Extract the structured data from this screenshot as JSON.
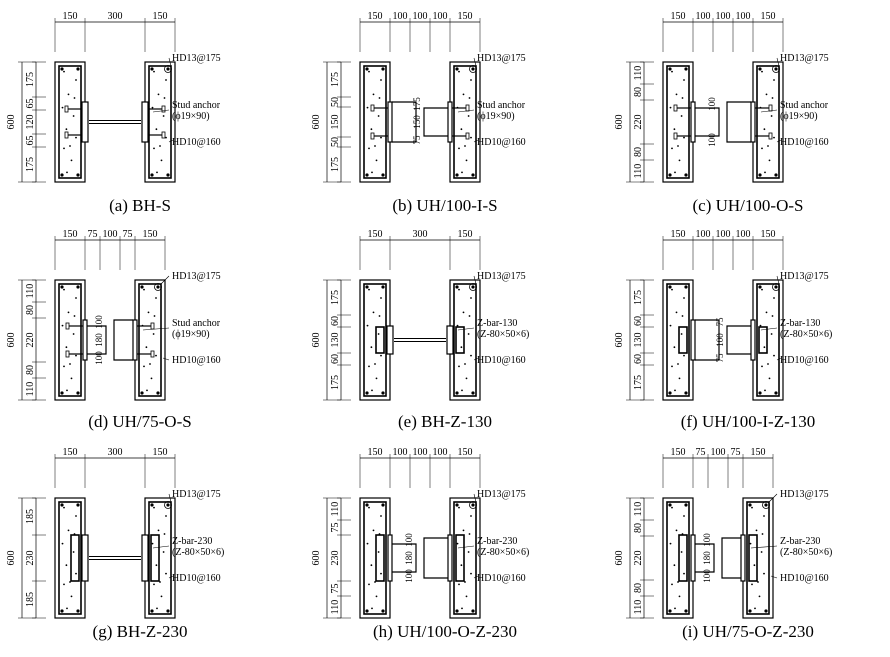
{
  "panels": [
    {
      "id": "a",
      "caption": "(a) BH-S",
      "type": "BH",
      "conn": "S",
      "top_dims": [
        "150",
        "300",
        "150"
      ],
      "left_dims": [
        "175",
        "65",
        "120",
        "65",
        "175"
      ],
      "total": "600",
      "labels": [
        "HD13@175",
        "Stud anchor",
        "(ϕ19×90)",
        "HD10@160"
      ]
    },
    {
      "id": "b",
      "caption": "(b) UH/100-I-S",
      "type": "UH",
      "dir": "I",
      "conn": "S",
      "top_dims": [
        "150",
        "100",
        "100",
        "100",
        "150"
      ],
      "left_dims": [
        "175",
        "50",
        "150",
        "50",
        "175"
      ],
      "web_dims": [
        "175",
        "150",
        "75"
      ],
      "total": "600",
      "labels": [
        "HD13@175",
        "Stud anchor",
        "(ϕ19×90)",
        "HD10@160"
      ]
    },
    {
      "id": "c",
      "caption": "(c) UH/100-O-S",
      "type": "UH",
      "dir": "O",
      "conn": "S",
      "top_dims": [
        "150",
        "100",
        "100",
        "100",
        "150"
      ],
      "left_dims": [
        "110",
        "80",
        "220",
        "80",
        "110"
      ],
      "web_dims": [
        "100",
        "100"
      ],
      "total": "600",
      "labels": [
        "HD13@175",
        "Stud anchor",
        "(ϕ19×90)",
        "HD10@160"
      ]
    },
    {
      "id": "d",
      "caption": "(d) UH/75-O-S",
      "type": "UH75",
      "dir": "O",
      "conn": "S",
      "top_dims": [
        "150",
        "75",
        "100",
        "75",
        "150"
      ],
      "left_dims": [
        "110",
        "80",
        "220",
        "80",
        "110"
      ],
      "web_dims": [
        "100",
        "180",
        "100"
      ],
      "total": "600",
      "labels": [
        "HD13@175",
        "Stud anchor",
        "(ϕ19×90)",
        "HD10@160"
      ]
    },
    {
      "id": "e",
      "caption": "(e) BH-Z-130",
      "type": "BH",
      "conn": "Z130",
      "top_dims": [
        "150",
        "300",
        "150"
      ],
      "left_dims": [
        "175",
        "60",
        "130",
        "60",
        "175"
      ],
      "total": "600",
      "labels": [
        "HD13@175",
        "Z-bar-130",
        "(Z-80×50×6)",
        "HD10@160"
      ]
    },
    {
      "id": "f",
      "caption": "(f) UH/100-I-Z-130",
      "type": "UH",
      "dir": "I",
      "conn": "Z130",
      "top_dims": [
        "150",
        "100",
        "100",
        "100",
        "150"
      ],
      "left_dims": [
        "175",
        "60",
        "130",
        "60",
        "175"
      ],
      "web_dims": [
        "75",
        "100",
        "75"
      ],
      "total": "600",
      "labels": [
        "HD13@175",
        "Z-bar-130",
        "(Z-80×50×6)",
        "HD10@160"
      ]
    },
    {
      "id": "g",
      "caption": "(g) BH-Z-230",
      "type": "BH",
      "conn": "Z230",
      "top_dims": [
        "150",
        "300",
        "150"
      ],
      "left_dims": [
        "185",
        "230",
        "185"
      ],
      "total": "600",
      "labels": [
        "HD13@175",
        "Z-bar-230",
        "(Z-80×50×6)",
        "HD10@160"
      ]
    },
    {
      "id": "h",
      "caption": "(h) UH/100-O-Z-230",
      "type": "UH",
      "dir": "O",
      "conn": "Z230",
      "top_dims": [
        "150",
        "100",
        "100",
        "100",
        "150"
      ],
      "left_dims": [
        "110",
        "75",
        "230",
        "75",
        "110"
      ],
      "web_dims": [
        "100",
        "180",
        "100"
      ],
      "total": "600",
      "labels": [
        "HD13@175",
        "Z-bar-230",
        "(Z-80×50×6)",
        "HD10@160"
      ]
    },
    {
      "id": "i",
      "caption": "(i) UH/75-O-Z-230",
      "type": "UH75",
      "dir": "O",
      "conn": "Z230",
      "top_dims": [
        "150",
        "75",
        "100",
        "75",
        "150"
      ],
      "left_dims": [
        "110",
        "80",
        "220",
        "80",
        "110"
      ],
      "web_dims": [
        "100",
        "180",
        "100"
      ],
      "total": "600",
      "labels": [
        "HD13@175",
        "Z-bar-230",
        "(Z-80×50×6)",
        "HD10@160"
      ]
    }
  ]
}
